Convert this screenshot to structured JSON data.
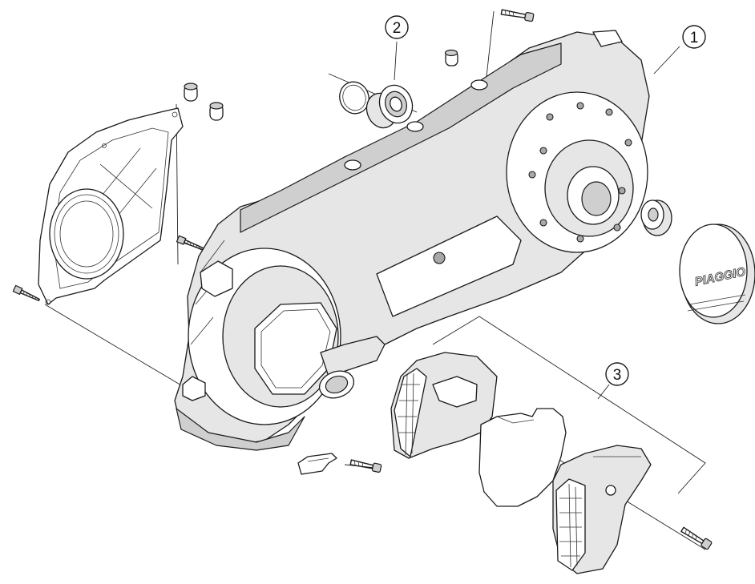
{
  "callouts": [
    {
      "label": "1"
    },
    {
      "label": "2"
    },
    {
      "label": "3"
    }
  ],
  "brand_logo": "PIAGGIO",
  "colors": {
    "line": "#1a1a1a",
    "fill_light": "#e6e6e6",
    "fill_mid": "#cfcfcf",
    "fill_dark": "#a8a8a8",
    "background": "#ffffff"
  }
}
